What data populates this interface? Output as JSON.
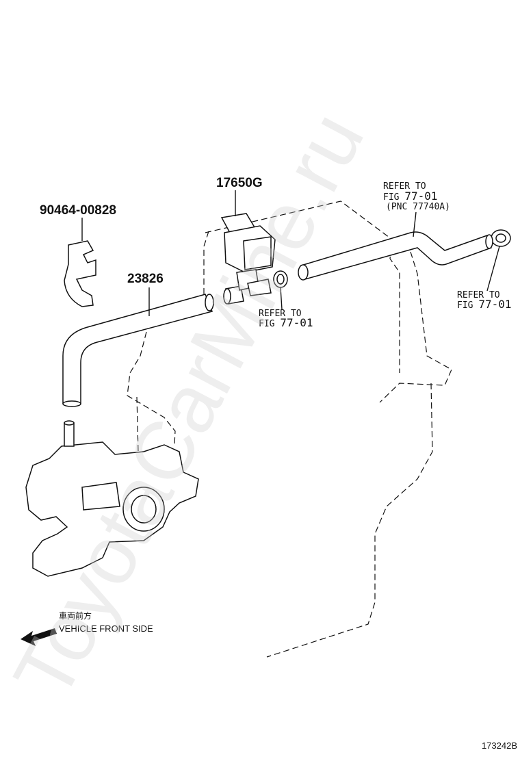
{
  "watermark": "ToyotaCarMine.ru",
  "parts": {
    "valve": "17650G",
    "clip": "90464-00828",
    "hose": "23826"
  },
  "refs": {
    "top": {
      "line1": "REFER TO",
      "line2_prefix": "FIG ",
      "line2_fig": "77-01",
      "line3": "(PNC 77740A)"
    },
    "middle": {
      "line1": "REFER TO",
      "line2_prefix": "FIG ",
      "line2_fig": "77-01"
    },
    "right": {
      "line1": "REFER TO",
      "line2_prefix": "FIG ",
      "line2_fig": "77-01"
    }
  },
  "direction": {
    "japanese": "車両前方",
    "english": "VEHICLE FRONT SIDE"
  },
  "figure_id": "173242B"
}
